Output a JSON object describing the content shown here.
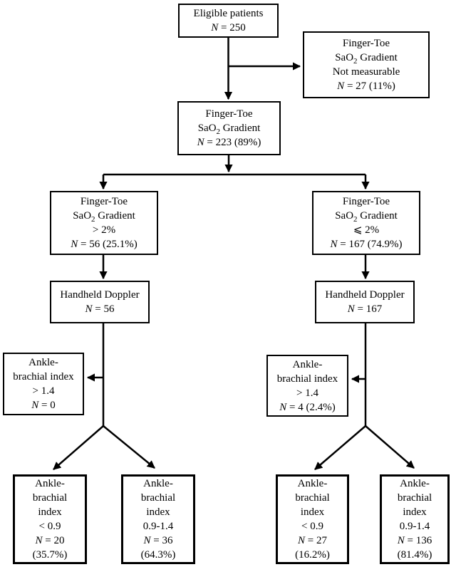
{
  "figure": {
    "type": "patient-flow-diagram",
    "background_color": "#ffffff",
    "line_color": "#000000",
    "text_color": "#000000"
  },
  "boxes": {
    "eligible": {
      "line1": "Eligible patients",
      "n": "N",
      "n_rest": " = 250"
    },
    "not_measurable": {
      "line1": "Finger-Toe",
      "line2_pre": "SaO",
      "line2_sub": "2",
      "line2_post": " Gradient",
      "line3": "Not measurable",
      "n": "N",
      "n_rest": " = 27 (11%)"
    },
    "gradient_all": {
      "line1": "Finger-Toe",
      "line2_pre": "SaO",
      "line2_sub": "2",
      "line2_post": " Gradient",
      "n": "N",
      "n_rest": " = 223 (89%)"
    },
    "gradient_gt2": {
      "line1": "Finger-Toe",
      "line2_pre": "SaO",
      "line2_sub": "2",
      "line2_post": " Gradient",
      "line3": "> 2%",
      "n": "N",
      "n_rest": " = 56 (25.1%)"
    },
    "gradient_le2": {
      "line1": "Finger-Toe",
      "line2_pre": "SaO",
      "line2_sub": "2",
      "line2_post": " Gradient",
      "line3": "⩽ 2%",
      "n": "N",
      "n_rest": " = 167 (74.9%)"
    },
    "doppler_left": {
      "line1": "Handheld Doppler",
      "n": "N",
      "n_rest": " = 56"
    },
    "doppler_right": {
      "line1": "Handheld Doppler",
      "n": "N",
      "n_rest": " = 167"
    },
    "abi_high_left": {
      "line1": "Ankle-",
      "line2": "brachial index",
      "line3": "> 1.4",
      "n": "N",
      "n_rest": " = 0"
    },
    "abi_high_right": {
      "line1": "Ankle-",
      "line2": "brachial index",
      "line3": "> 1.4",
      "n": "N",
      "n_rest": " = 4 (2.4%)"
    },
    "abi_low_left": {
      "line1": "Ankle-",
      "line2": "brachial",
      "line3": "index",
      "line4": "< 0.9",
      "n": "N",
      "n_rest": " = 20",
      "line6": "(35.7%)"
    },
    "abi_mid_left": {
      "line1": "Ankle-",
      "line2": "brachial",
      "line3": "index",
      "line4": "0.9-1.4",
      "n": "N",
      "n_rest": " = 36",
      "line6": "(64.3%)"
    },
    "abi_low_right": {
      "line1": "Ankle-",
      "line2": "brachial",
      "line3": "index",
      "line4": "< 0.9",
      "n": "N",
      "n_rest": " = 27",
      "line6": "(16.2%)"
    },
    "abi_mid_right": {
      "line1": "Ankle-",
      "line2": "brachial",
      "line3": "index",
      "line4": "0.9-1.4",
      "n": "N",
      "n_rest": " = 136",
      "line6": "(81.4%)"
    }
  }
}
